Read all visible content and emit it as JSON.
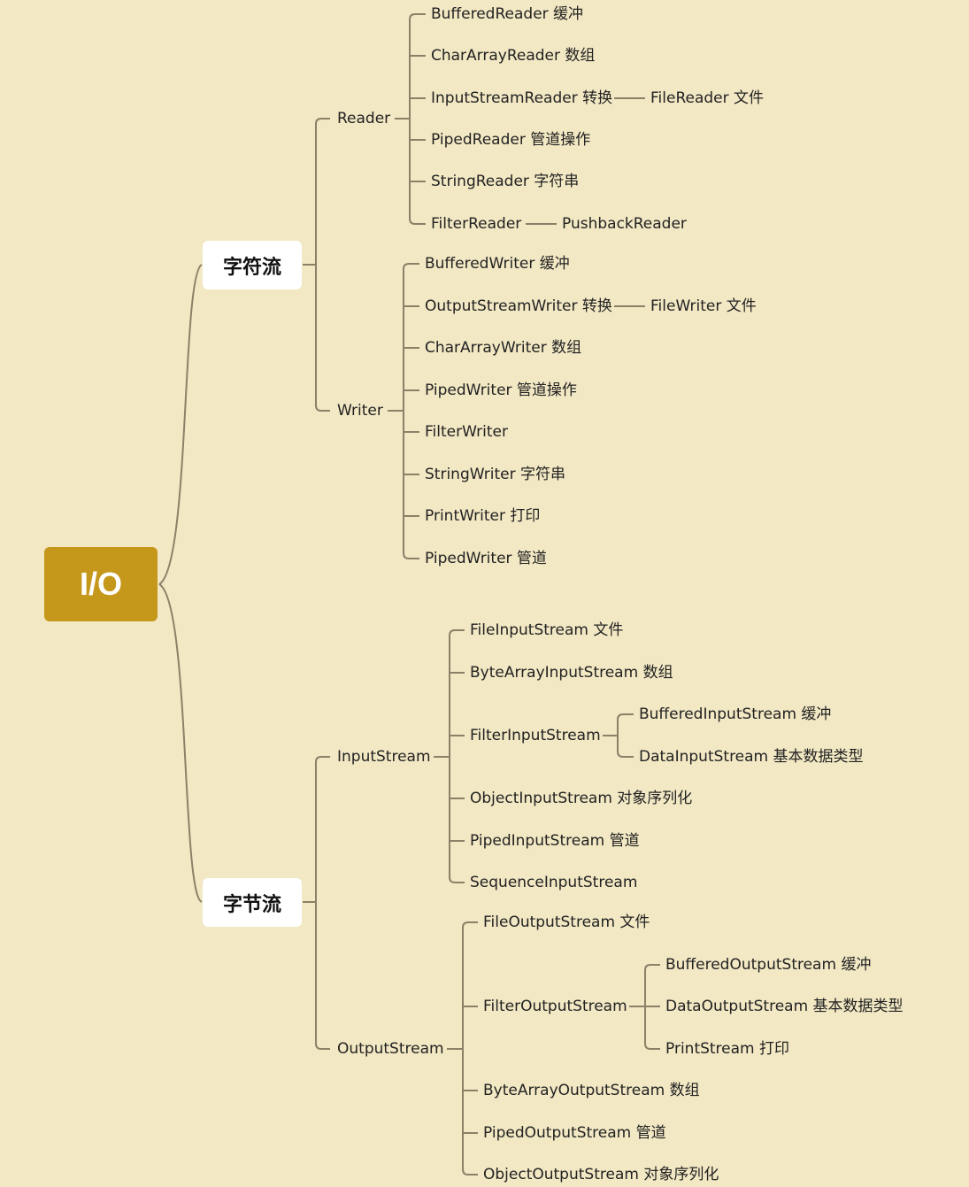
{
  "root": {
    "label": "I/O"
  },
  "char_stream": {
    "label": "字符流",
    "reader": {
      "label": "Reader",
      "children": [
        {
          "label": "BufferedReader 缓冲"
        },
        {
          "label": "CharArrayReader 数组"
        },
        {
          "label": "InputStreamReader 转换",
          "child": "FileReader 文件"
        },
        {
          "label": "PipedReader 管道操作"
        },
        {
          "label": "StringReader 字符串"
        },
        {
          "label": "FilterReader",
          "child": "PushbackReader"
        }
      ]
    },
    "writer": {
      "label": "Writer",
      "children": [
        {
          "label": "BufferedWriter 缓冲"
        },
        {
          "label": "OutputStreamWriter 转换",
          "child": "FileWriter 文件"
        },
        {
          "label": "CharArrayWriter 数组"
        },
        {
          "label": "PipedWriter 管道操作"
        },
        {
          "label": "FilterWriter"
        },
        {
          "label": "StringWriter 字符串"
        },
        {
          "label": "PrintWriter 打印"
        },
        {
          "label": "PipedWriter 管道"
        }
      ]
    }
  },
  "byte_stream": {
    "label": "字节流",
    "input": {
      "label": "InputStream",
      "children": [
        {
          "label": "FileInputStream 文件"
        },
        {
          "label": "ByteArrayInputStream 数组"
        },
        {
          "label": "FilterInputStream",
          "children": [
            "BufferedInputStream 缓冲",
            "DataInputStream 基本数据类型"
          ]
        },
        {
          "label": "ObjectInputStream 对象序列化"
        },
        {
          "label": "PipedInputStream 管道"
        },
        {
          "label": "SequenceInputStream"
        }
      ]
    },
    "output": {
      "label": "OutputStream",
      "children": [
        {
          "label": "FileOutputStream 文件"
        },
        {
          "label": "FilterOutputStream",
          "children": [
            "BufferedOutputStream 缓冲",
            "DataOutputStream 基本数据类型",
            "PrintStream 打印"
          ]
        },
        {
          "label": "ByteArrayOutputStream 数组"
        },
        {
          "label": "PipedOutputStream 管道"
        },
        {
          "label": "ObjectOutputStream 对象序列化"
        }
      ]
    }
  }
}
